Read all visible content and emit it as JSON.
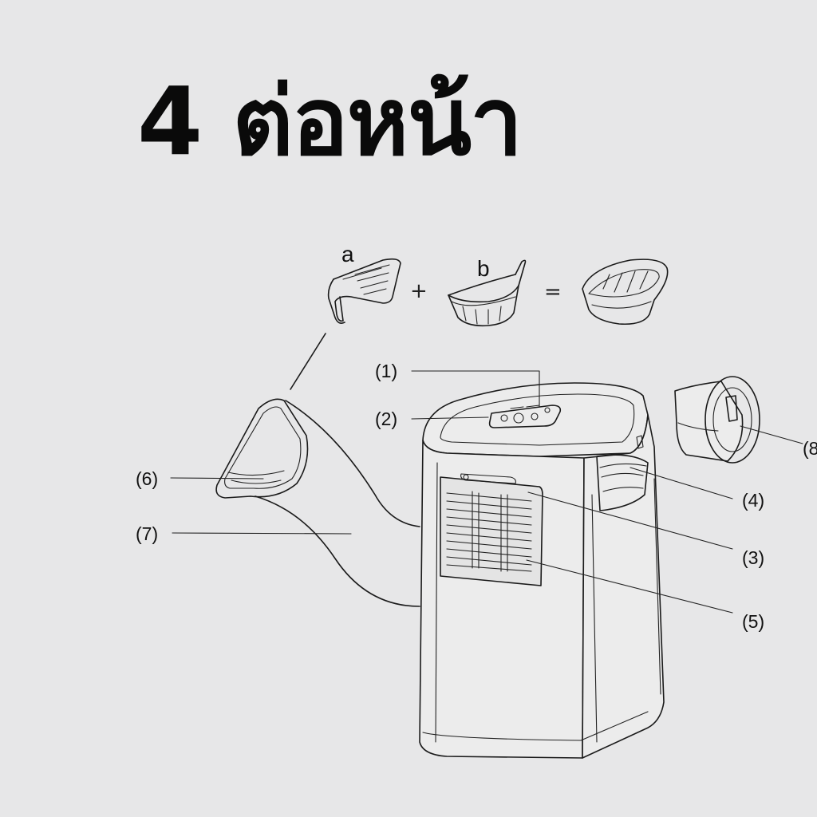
{
  "title": "4 ต่อหน้า",
  "parts": {
    "a": "a",
    "b": "b",
    "plus": "+",
    "equals": "="
  },
  "callouts": {
    "c1": "(1)",
    "c2": "(2)",
    "c3": "(3)",
    "c4": "(4)",
    "c5": "(5)",
    "c6": "(6)",
    "c7": "(7)",
    "c8": "(8"
  }
}
